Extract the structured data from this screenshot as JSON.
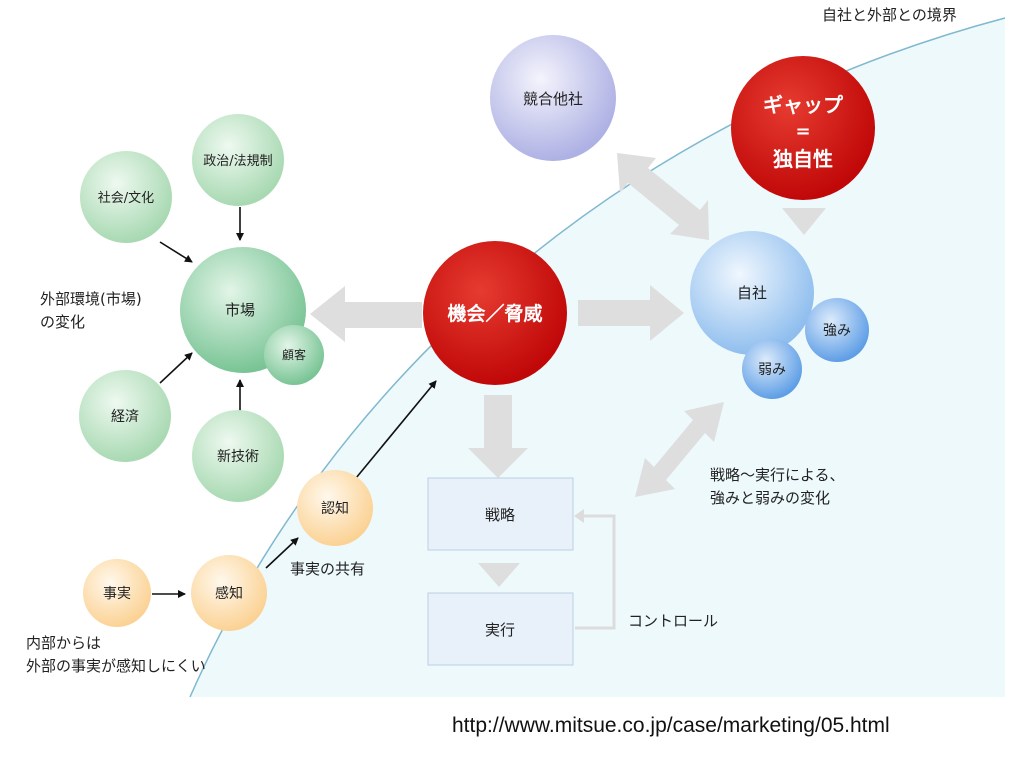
{
  "boundary_label": "自社と外部との境界",
  "url": "http://www.mitsue.co.jp/case/marketing/05.html",
  "colors": {
    "inside_fill": "#eef9fc",
    "boundary_line": "#7fb8cf",
    "red_node": "#cc1010",
    "green_node": "#bfe3c6",
    "blue_node": "#a9cdf2",
    "purple_node": "#c9cbee",
    "orange_node": "#fde0b0",
    "block_arrow": "#dedede",
    "box_fill": "#e8f1f9"
  },
  "nodes": {
    "competitors": "競合他社",
    "gap_line1": "ギャップ",
    "gap_line2": "=",
    "gap_line3": "独自性",
    "opportunity_threat": "機会／脅威",
    "own_company": "自社",
    "strengths": "強み",
    "weaknesses": "弱み",
    "market": "市場",
    "customers": "顧客",
    "politics": "政治/法規制",
    "society": "社会/文化",
    "economy": "経済",
    "new_tech": "新技術",
    "facts": "事実",
    "perception": "感知",
    "recognition": "認知"
  },
  "boxes": {
    "strategy": "戦略",
    "execution": "実行"
  },
  "labels": {
    "market_change_line1": "外部環境(市場)",
    "market_change_line2": "の変化",
    "shared_facts": "事実の共有",
    "internal_line1": "内部からは",
    "internal_line2": "外部の事実が感知しにくい",
    "control": "コントロール",
    "change_line1": "戦略～実行による、",
    "change_line2": "強みと弱みの変化"
  }
}
